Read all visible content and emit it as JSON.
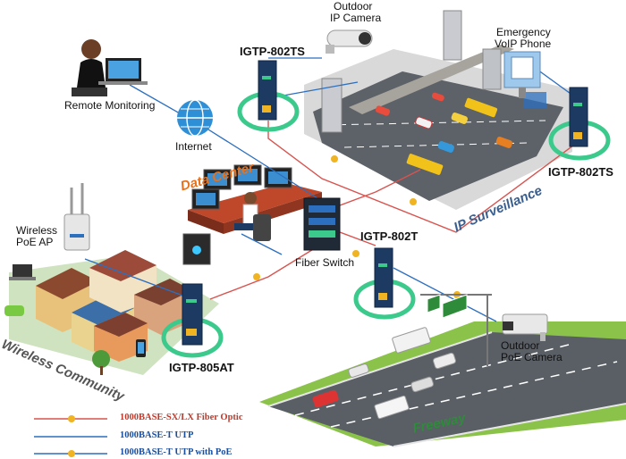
{
  "labels": {
    "remote_monitoring": "Remote Monitoring",
    "internet": "Internet",
    "outdoor_ip_camera_line1": "Outdoor",
    "outdoor_ip_camera_line2": "IP Camera",
    "emergency_voip_line1": "Emergency",
    "emergency_voip_line2": "VoIP Phone",
    "wireless_poe_ap_line1": "Wireless",
    "wireless_poe_ap_line2": "PoE AP",
    "fiber_switch": "Fiber Switch",
    "outdoor_poe_camera_line1": "Outdoor",
    "outdoor_poe_camera_line2": "PoE Camera"
  },
  "models": {
    "left_top": "IGTP-802TS",
    "right_top": "IGTP-802TS",
    "center": "IGTP-802T",
    "bottom_left": "IGTP-805AT"
  },
  "zones": {
    "data_center": "Data Center",
    "ip_surveillance": "IP Surveillance",
    "wireless_community": "Wireless Community",
    "freeway": "Freeway"
  },
  "legend": [
    {
      "text": "1000BASE-SX/LX Fiber Optic",
      "color": "#c0392b",
      "line_color": "#d9534f",
      "marker": true
    },
    {
      "text": "1000BASE-T UTP",
      "color": "#1a4fa0",
      "line_color": "#2c6fbf",
      "marker": false
    },
    {
      "text": "1000BASE-T UTP with PoE",
      "color": "#1a4fa0",
      "line_color": "#2c6fbf",
      "marker": true
    }
  ],
  "colors": {
    "fiber": "#d9534f",
    "utp": "#2c6fbf",
    "ring": "#3cc98c",
    "device_body": "#1d3a63",
    "poe_marker": "#f0b321"
  }
}
